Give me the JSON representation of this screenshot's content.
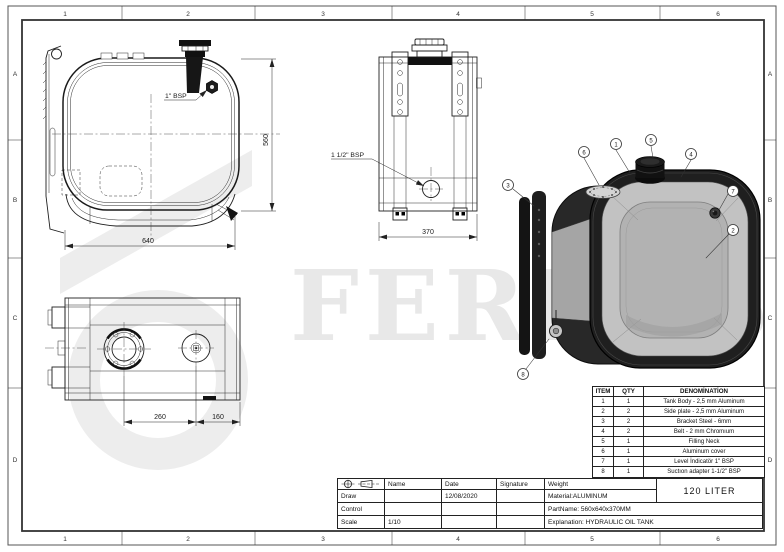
{
  "drawing": {
    "watermark_text": "FERKAS",
    "border": {
      "columns": [
        "1",
        "2",
        "3",
        "4",
        "5",
        "6"
      ],
      "rows": [
        "A",
        "B",
        "C",
        "D"
      ]
    }
  },
  "views": {
    "front_view": {
      "width_dim": "640",
      "height_dim": "560",
      "port_label": "1\" BSP"
    },
    "side_view": {
      "depth_dim": "370",
      "port_label": "1 1/2\" BSP"
    },
    "top_view": {
      "dim_left": "260",
      "dim_right": "160"
    },
    "iso_view": {
      "balloons": [
        "1",
        "2",
        "3",
        "4",
        "5",
        "6",
        "7",
        "8"
      ]
    }
  },
  "parts_table": {
    "headers": [
      "ITEM",
      "QTY",
      "DENOMİNATİON"
    ],
    "rows": [
      {
        "item": "1",
        "qty": "1",
        "denomination": "Tank Body - 2,5 mm Aluminum"
      },
      {
        "item": "2",
        "qty": "2",
        "denomination": "Side plate - 2,5 mm Aluminum"
      },
      {
        "item": "3",
        "qty": "2",
        "denomination": "Bracket Steel - 6mm"
      },
      {
        "item": "4",
        "qty": "2",
        "denomination": "Belt - 2 mm Chromıum"
      },
      {
        "item": "5",
        "qty": "1",
        "denomination": "Filling Neck"
      },
      {
        "item": "6",
        "qty": "1",
        "denomination": "Aluminum cover"
      },
      {
        "item": "7",
        "qty": "1",
        "denomination": "Level İndicatör 1\" BSP"
      },
      {
        "item": "8",
        "qty": "1",
        "denomination": "Suctıon adapter 1-1/2\" BSP"
      }
    ]
  },
  "title_block": {
    "name_label": "Name",
    "date_label": "Date",
    "signature_label": "Signature",
    "weight_label": "Weight",
    "draw_label": "Draw",
    "control_label": "Control",
    "scale_label": "Scale",
    "date_value": "12/08/2020",
    "scale_value": "1/10",
    "material": "Material:ALUMINUM",
    "part_name": "PartName:  560x640x370MM",
    "explanation": "Explanation: HYDRAULIC OIL TANK",
    "capacity": "120 LITER"
  }
}
